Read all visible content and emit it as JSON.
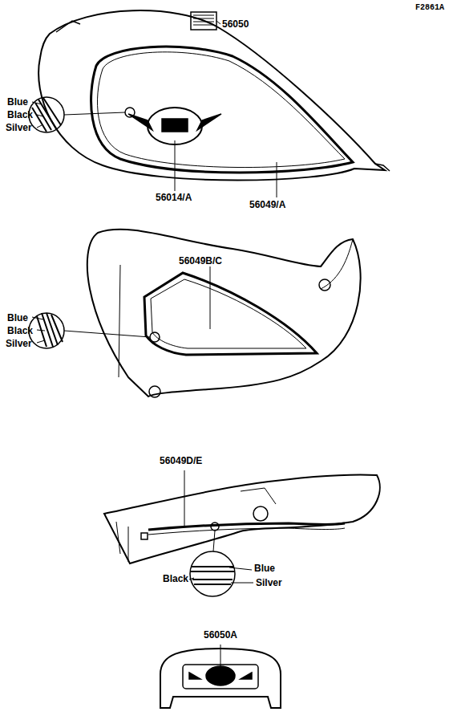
{
  "diagram": {
    "labels": [
      "F2861A",
      "56050",
      "Blue",
      "Black",
      "Silver",
      "56014/A",
      "56049/A",
      "56049B/C",
      "Blue",
      "Black",
      "Silver",
      "56049D/E",
      "Blue",
      "Black",
      "Silver",
      "56050A"
    ]
  }
}
